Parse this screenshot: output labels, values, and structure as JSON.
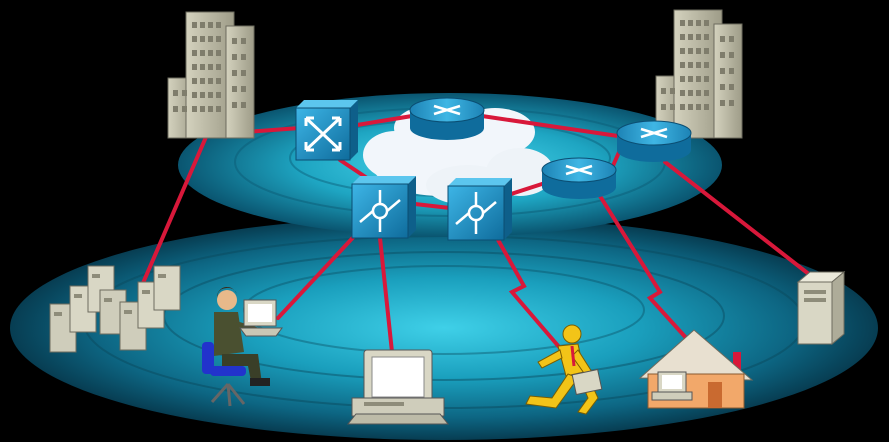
{
  "diagram": {
    "style": "network-topology-illustration",
    "colors": {
      "background": "#000000",
      "disc_core": "#2aa9c4",
      "disc_edge": "#0a4a5e",
      "link": "#d8183a",
      "device_blue": "#1f8fc0",
      "cloud": "#f2f6fb",
      "building": "#b9b7a4",
      "traveler": "#f2c418",
      "house_wall": "#f2a86a",
      "house_roof": "#e8e0d0",
      "server": "#d9d7c8"
    },
    "nodes": [
      {
        "id": "building-left",
        "icon": "office-building-icon"
      },
      {
        "id": "building-right",
        "icon": "office-building-icon"
      },
      {
        "id": "atm-switch",
        "icon": "atm-switch-icon"
      },
      {
        "id": "router-top",
        "icon": "router-icon"
      },
      {
        "id": "router-right",
        "icon": "router-icon"
      },
      {
        "id": "router-mid",
        "icon": "router-icon"
      },
      {
        "id": "layer3-switch-left",
        "icon": "layer3-switch-icon"
      },
      {
        "id": "layer3-switch-right",
        "icon": "layer3-switch-icon"
      },
      {
        "id": "wan-cloud",
        "icon": "cloud-icon"
      },
      {
        "id": "datacenter",
        "icon": "server-rack-icon"
      },
      {
        "id": "user-laptop",
        "icon": "seated-user-laptop-icon"
      },
      {
        "id": "workstation",
        "icon": "desktop-pc-icon"
      },
      {
        "id": "mobile-worker",
        "icon": "mobile-worker-icon"
      },
      {
        "id": "home-office",
        "icon": "home-office-icon"
      },
      {
        "id": "file-server",
        "icon": "tower-server-icon"
      }
    ],
    "links": [
      {
        "from": "atm-switch",
        "to": "router-top",
        "kind": "wired"
      },
      {
        "from": "router-top",
        "to": "router-right",
        "kind": "wired"
      },
      {
        "from": "router-right",
        "to": "router-mid",
        "kind": "wired"
      },
      {
        "from": "atm-switch",
        "to": "layer3-switch-left",
        "kind": "wired"
      },
      {
        "from": "layer3-switch-left",
        "to": "layer3-switch-right",
        "kind": "wired"
      },
      {
        "from": "layer3-switch-right",
        "to": "router-mid",
        "kind": "wired"
      },
      {
        "from": "building-left",
        "to": "atm-switch",
        "kind": "wired"
      },
      {
        "from": "building-right",
        "to": "router-right",
        "kind": "wired"
      },
      {
        "from": "building-left",
        "to": "datacenter",
        "kind": "wired"
      },
      {
        "from": "layer3-switch-left",
        "to": "user-laptop",
        "kind": "wired"
      },
      {
        "from": "layer3-switch-left",
        "to": "workstation",
        "kind": "wired"
      },
      {
        "from": "layer3-switch-right",
        "to": "mobile-worker",
        "kind": "dial-up"
      },
      {
        "from": "router-mid",
        "to": "home-office",
        "kind": "dial-up"
      },
      {
        "from": "router-right",
        "to": "file-server",
        "kind": "wired"
      }
    ]
  }
}
